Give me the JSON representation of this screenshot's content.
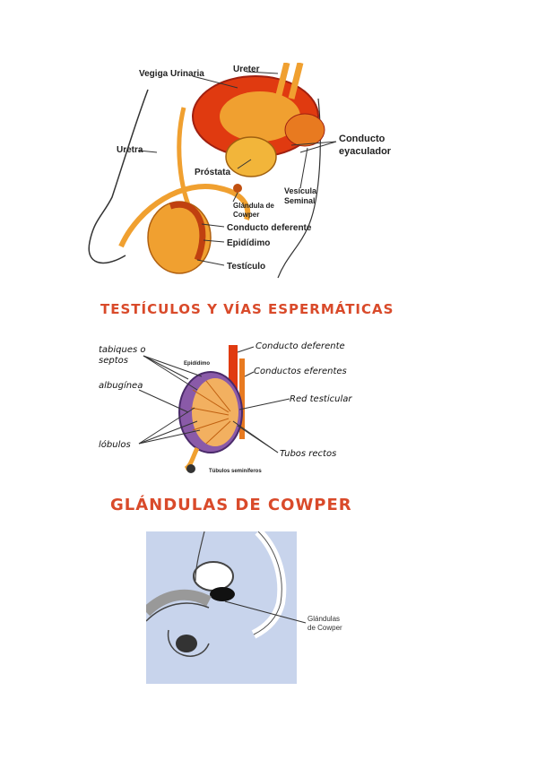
{
  "figure1": {
    "labels": {
      "vejiga": "Vegiga Urinaria",
      "ureter": "Ureter",
      "uretra": "Uretra",
      "prostata": "Próstata",
      "conducto_eyaculador_1": "Conducto",
      "conducto_eyaculador_2": "eyaculador",
      "vesicula_1": "Vesícula",
      "vesicula_2": "Seminal",
      "glandula_1": "Glándula de",
      "glandula_2": "Cowper",
      "deferente": "Conducto deferente",
      "epididimo": "Epidídimo",
      "testiculo": "Testículo"
    }
  },
  "section2": {
    "title": "TESTÍCULOS Y VÍAS ESPERMÁTICAS"
  },
  "figure2": {
    "labels": {
      "tabiques_1": "tabiques o",
      "tabiques_2": "septos",
      "epididimo": "Epidídimo",
      "albuginea": "albugínea",
      "lobulos": "lóbulos",
      "deferente": "Conducto deferente",
      "eferentes": "Conductos eferentes",
      "red": "Red testicular",
      "tubos": "Tubos rectos",
      "seminiferos": "Túbulos seminíferos"
    }
  },
  "section3": {
    "title": "GLÁNDULAS DE COWPER"
  },
  "figure3": {
    "labels": {
      "glandulas_1": "Glándulas",
      "glandulas_2": "de Cowper"
    }
  },
  "colors": {
    "title_red": "#d94a2a",
    "tissue_orange": "#f0a030",
    "tissue_red": "#e03a10",
    "bg_blue": "#c8d4ec"
  }
}
